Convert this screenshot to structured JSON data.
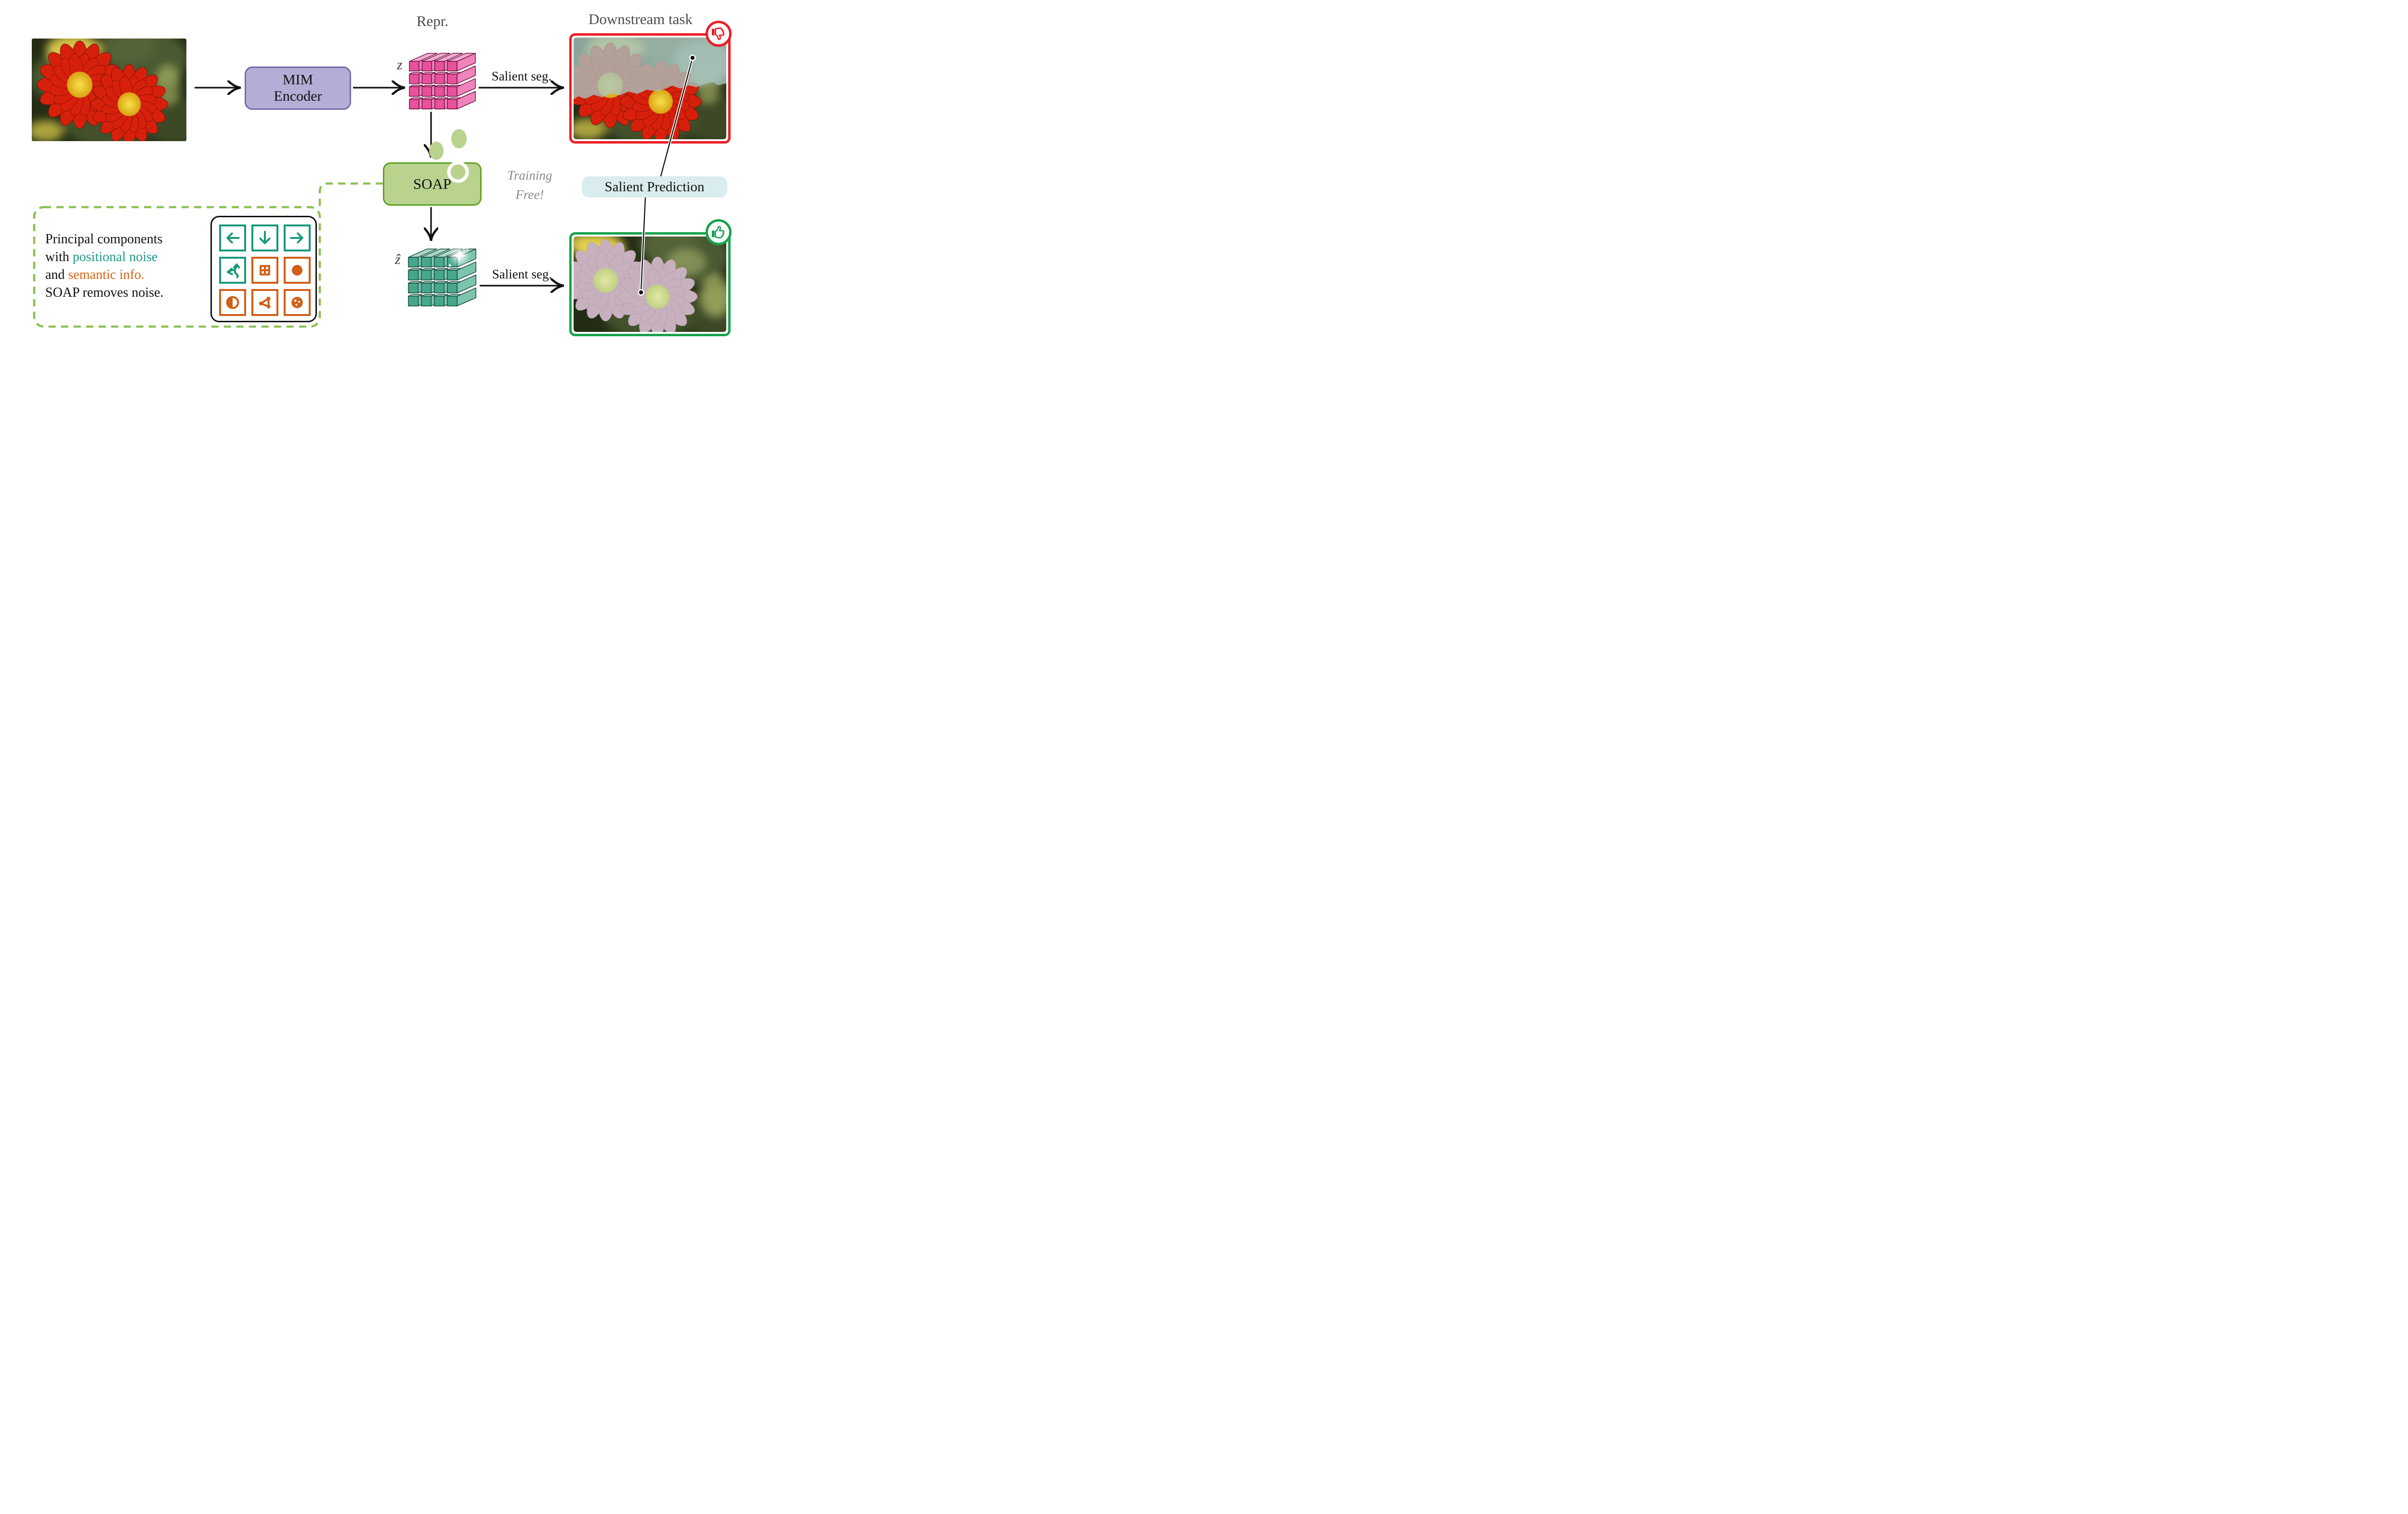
{
  "figure": {
    "labels": {
      "repr": "Repr.",
      "z": "z",
      "z_hat": "ẑ",
      "salient_seg": "Salient seg.",
      "downstream_task": "Downstream task",
      "salient_prediction": "Salient Prediction",
      "training_free_line1": "Training",
      "training_free_line2": "Free!"
    },
    "mim_box": {
      "line1": "MIM",
      "line2": "Encoder"
    },
    "soap_box": {
      "label": "SOAP"
    },
    "note": {
      "lines": [
        [
          {
            "t": "Principal components",
            "c": "#111111"
          }
        ],
        [
          {
            "t": "with ",
            "c": "#111111"
          },
          {
            "t": "positional noise",
            "c": "#1b9e89"
          }
        ],
        [
          {
            "t": "and ",
            "c": "#111111"
          },
          {
            "t": "semantic info.",
            "c": "#d96315"
          }
        ],
        [
          {
            "t": "SOAP removes noise.",
            "c": "#111111"
          }
        ]
      ]
    },
    "icon_grid": {
      "icons": [
        {
          "name": "arrow-left-icon",
          "color": "#18987d"
        },
        {
          "name": "arrow-down-icon",
          "color": "#18987d"
        },
        {
          "name": "arrow-right-icon",
          "color": "#18987d"
        },
        {
          "name": "route-arrow-icon",
          "color": "#18987d"
        },
        {
          "name": "grid-icon",
          "color": "#d05f17"
        },
        {
          "name": "filled-circle-icon",
          "color": "#d05f17"
        },
        {
          "name": "contrast-icon",
          "color": "#d05f17"
        },
        {
          "name": "graph-triangle-icon",
          "color": "#d05f17"
        },
        {
          "name": "cookie-icon",
          "color": "#d05f17"
        }
      ]
    },
    "badges": {
      "bad": "thumbs-down-icon",
      "good": "thumbs-up-icon"
    },
    "colors": {
      "red": "#ec1c24",
      "green": "#18a24b",
      "mim_fill": "#b4aed6",
      "mim_border": "#716cb0",
      "soap_fill": "#b9d28e",
      "soap_border": "#5ea321",
      "dashed_green": "#8cc154",
      "teal": "#18987d",
      "orange": "#d05f17",
      "pill_bg": "#d9edee",
      "gray_label": "#4c4c4c",
      "training_gray": "#8a8a8a"
    },
    "cube_pink": {
      "front": "#e8519b",
      "top": "#f4abd3",
      "side": "#ef83bb",
      "outline": "#6d0f3e"
    },
    "cube_teal": {
      "front": "#46a78c",
      "top": "#abdbc8",
      "side": "#7cc4ae",
      "outline": "#1b4a3c"
    },
    "photo_palette": {
      "flower_petal": "#d7200b",
      "flower_petal_edge": "#7e1004",
      "flower_center_a": "#f8e14b",
      "flower_center_b": "#d8a312",
      "leaf_base": "#232d15",
      "leaf_light": "#49592f",
      "glow_yellow": "#e6d44f",
      "mask_overlay": "#a9c4c0",
      "pale_petal": "#c8b1bf",
      "pale_petal_edge": "#b79dad",
      "pale_center_a": "#e2e6a8",
      "pale_center_b": "#c2d182"
    }
  }
}
